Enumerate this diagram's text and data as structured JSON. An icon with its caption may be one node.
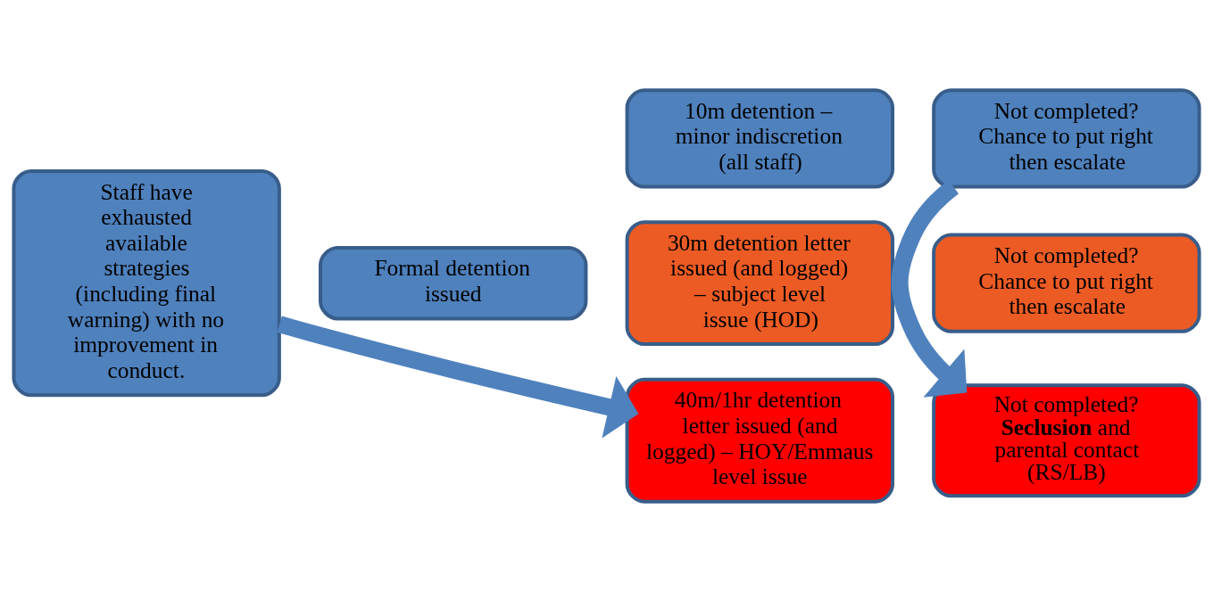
{
  "diagram": {
    "nodes": [
      {
        "text": [
          "Staff have exhausted available strategies (including final warning) with no improvement in conduct."
        ]
      },
      {
        "text": [
          "Formal detention issued"
        ]
      },
      {
        "text": [
          "10m detention – minor indiscretion (all staff)"
        ]
      },
      {
        "text": [
          "Not completed? Chance to put right then escalate"
        ]
      },
      {
        "text": [
          "30m detention letter issued (and logged) – subject level issue (HOD)"
        ]
      },
      {
        "text": [
          "Not completed? Chance to put right then escalate"
        ]
      },
      {
        "text": [
          "40m/1hr detention letter issued (and logged) – HOY/Emmaus level issue"
        ]
      },
      {
        "text": [
          "Not completed? **Seclusion** and parental contact (RS/LB)"
        ]
      }
    ],
    "edges": [
      {
        "from": 0,
        "to": 6,
        "arrow": "to"
      },
      {
        "from": 3,
        "to": 7,
        "arrow": "to"
      }
    ]
  }
}
